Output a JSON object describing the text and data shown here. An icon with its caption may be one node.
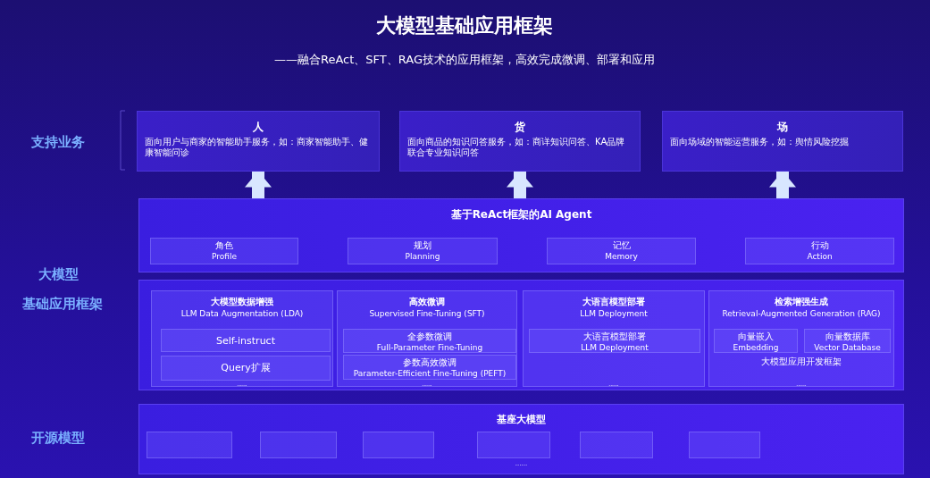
{
  "diagram": {
    "title": "大模型基础应用框架",
    "nodes": [
      {
        "text": [
          "人",
          "面向用户与商家的智能助手服务，如：商家智能助手、健康智能问诊"
        ]
      },
      {
        "text": [
          "货",
          "面向商品的知识问答服务，如：商详知识问答、KA品牌联合专业知识问答"
        ]
      },
      {
        "text": [
          "场",
          "面向场域的智能运营服务，如：舆情风险挖掘"
        ]
      },
      {
        "text": [
          "基于ReAct框架的AI Agent"
        ]
      },
      {
        "text": [
          "角色",
          "Profile"
        ],
        "in": 3
      },
      {
        "text": [
          "规划",
          "Planning"
        ],
        "in": 3
      },
      {
        "text": [
          "记忆",
          "Memory"
        ],
        "in": 3
      },
      {
        "text": [
          "行动",
          "Action"
        ],
        "in": 3
      },
      {
        "text": [],
        "shape": "box"
      },
      {
        "text": [
          "大模型数据增强",
          "LLM Data Augmentation (LDA)",
          "......"
        ],
        "in": 8
      },
      {
        "text": [
          "Self-instruct"
        ],
        "in": 9
      },
      {
        "text": [
          "Query扩展"
        ],
        "in": 9
      },
      {
        "text": [
          "高效微调",
          "Supervised Fine-Tuning (SFT)",
          "......"
        ],
        "in": 8
      },
      {
        "text": [
          "全参数微调",
          "Full-Parameter Fine-Tuning"
        ],
        "in": 12
      },
      {
        "text": [
          "参数高效微调",
          "Parameter-Efficient Fine-Tuning (PEFT)"
        ],
        "in": 12
      },
      {
        "text": [
          "大语言模型部署",
          "LLM Deployment",
          "......"
        ],
        "in": 8
      },
      {
        "text": [
          "大语言模型部署",
          "LLM Deployment"
        ],
        "in": 15
      },
      {
        "text": [
          "检索增强生成",
          "Retrieval-Augmented Generation (RAG)",
          "大模型应用开发框架",
          "......"
        ],
        "in": 8
      },
      {
        "text": [
          "向量嵌入",
          "Embedding"
        ],
        "in": 17
      },
      {
        "text": [
          "向量数据库",
          "Vector Database"
        ],
        "in": 17
      },
      {
        "text": [
          "基座大模型",
          "......"
        ]
      },
      {
        "text": [],
        "shape": "box",
        "in": 20
      },
      {
        "text": [],
        "shape": "box",
        "in": 20
      },
      {
        "text": [],
        "shape": "box",
        "in": 20
      },
      {
        "text": [],
        "shape": "box",
        "in": 20
      },
      {
        "text": [],
        "shape": "box",
        "in": 20
      },
      {
        "text": [],
        "shape": "box",
        "in": 20
      }
    ],
    "edges": [
      {
        "from": 3,
        "to": 0,
        "arrow": "to"
      },
      {
        "from": 3,
        "to": 1,
        "arrow": "to"
      },
      {
        "from": 3,
        "to": 2,
        "arrow": "to"
      }
    ],
    "labels": [
      "——融合ReAct、SFT、RAG技术的应用框架，高效完成微调、部署和应用",
      "支持业务",
      "大模型",
      "基础应用框架",
      "开源模型"
    ]
  }
}
